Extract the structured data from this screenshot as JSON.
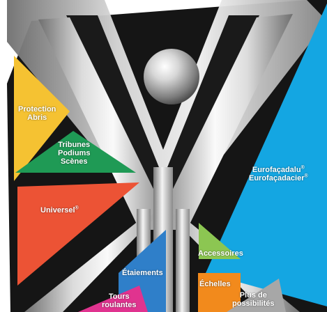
{
  "menu": {
    "items": [
      {
        "id": "protection-abris",
        "lines": [
          "Protection",
          "Abris"
        ],
        "color": "#f5c232"
      },
      {
        "id": "tribunes",
        "lines": [
          "Tribunes",
          "Podiums",
          "Scènes"
        ],
        "color": "#1f9a55"
      },
      {
        "id": "universel",
        "lines": [
          "Universel®"
        ],
        "color": "#ec5335"
      },
      {
        "id": "eurofacade",
        "lines": [
          "Eurofaçadalu®",
          "Eurofaçadacier®"
        ],
        "color": "#14a6e2"
      },
      {
        "id": "accessoires",
        "lines": [
          "Accessoires"
        ],
        "color": "#8cc652"
      },
      {
        "id": "etaiements",
        "lines": [
          "Étaiements"
        ],
        "color": "#2f7fc9"
      },
      {
        "id": "echelles",
        "lines": [
          "Échelles"
        ],
        "color": "#f28a1c"
      },
      {
        "id": "plus",
        "lines": [
          "Plus de",
          "possibilités"
        ],
        "color": "#a7a7a7"
      },
      {
        "id": "tours",
        "lines": [
          "Tours",
          "roulantes"
        ],
        "color": "#e0338f"
      }
    ]
  },
  "decor": {
    "frame_color": "#b9b9b9",
    "sphere_icon": "grey-sphere-icon"
  }
}
